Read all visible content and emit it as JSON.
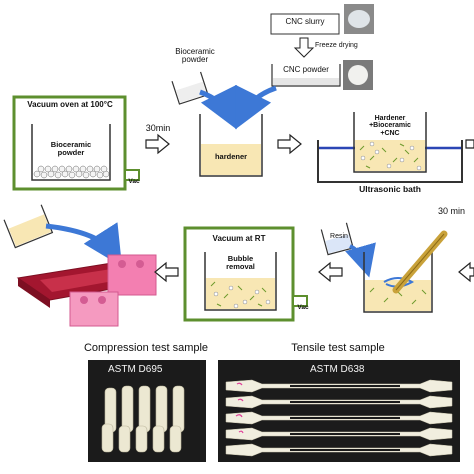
{
  "labels": {
    "cnc_slurry": "CNC slurry",
    "freeze_drying": "Freeze drying",
    "cnc_powder": "CNC powder",
    "bioceramic_powder_top": "Bioceramic\npowder",
    "vacuum_oven": "Vacuum oven at 100°C",
    "bioceramic_powder_oven": "Bioceramic\npowder",
    "vac_top": "Vac",
    "time_30min_left": "30min",
    "hardener": "hardener",
    "mixture": "Hardener\n+Bioceramic\n+CNC",
    "ultrasonic_bath": "Ultrasonic bath",
    "time_30_right": "30 min",
    "vacuum_rt": "Vacuum at RT",
    "bubble_removal": "Bubble\nremoval",
    "vac_bottom": "Vac",
    "resin": "Resin",
    "compression_title": "Compression test sample",
    "tensile_title": "Tensile test sample",
    "astm_compression": "ASTM D695",
    "astm_tensile": "ASTM D638"
  },
  "colors": {
    "oven_green": "#5d8f2e",
    "hardener_fill": "#f8e7b4",
    "bath_water": "#2b46b5",
    "arrow_blue": "#3d78d6",
    "mold_red": "#a3162f",
    "mold_pink": "#f37fb1",
    "stick_gold": "#c9a23a",
    "photo_bg": "#1b1b1b"
  }
}
